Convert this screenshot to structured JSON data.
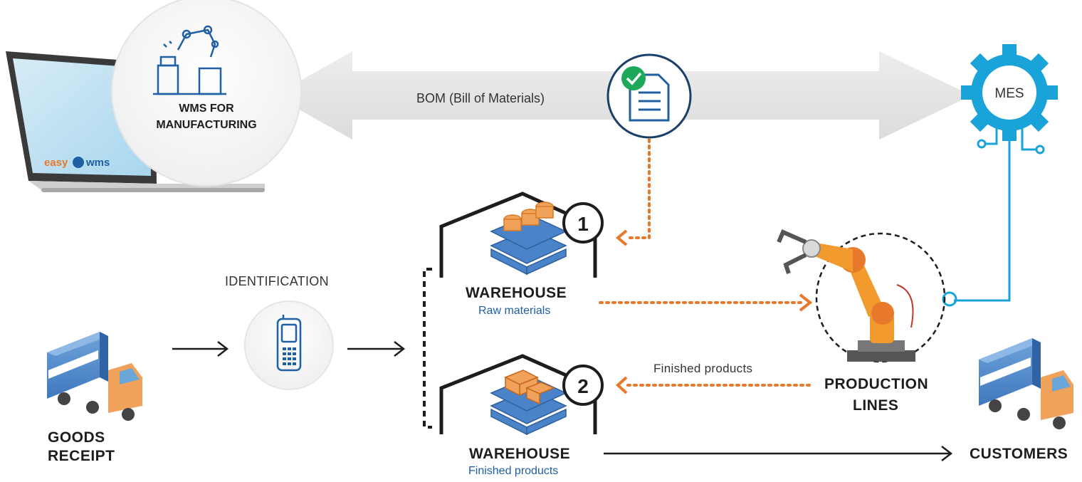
{
  "wms": {
    "line1": "WMS FOR",
    "line2": "MANUFACTURING",
    "brand_left": "easy",
    "brand_right": "wms"
  },
  "bom_label": "BOM (Bill of Materials)",
  "mes_label": "MES",
  "identification_label": "IDENTIFICATION",
  "goods_receipt": {
    "line1": "GOODS",
    "line2": "RECEIPT"
  },
  "warehouse1": {
    "title": "WAREHOUSE",
    "subtitle": "Raw materials",
    "number": "1"
  },
  "warehouse2": {
    "title": "WAREHOUSE",
    "subtitle": "Finished products",
    "number": "2"
  },
  "finished_products_label": "Finished products",
  "production_lines": {
    "line1": "PRODUCTION",
    "line2": "LINES"
  },
  "customers_label": "CUSTOMERS",
  "colors": {
    "orange": "#e8792b",
    "blue": "#1aa3d9",
    "dark_blue": "#1f5fa3",
    "navy": "#1b3f6b",
    "arrow_gray": "#e3e3e3"
  }
}
